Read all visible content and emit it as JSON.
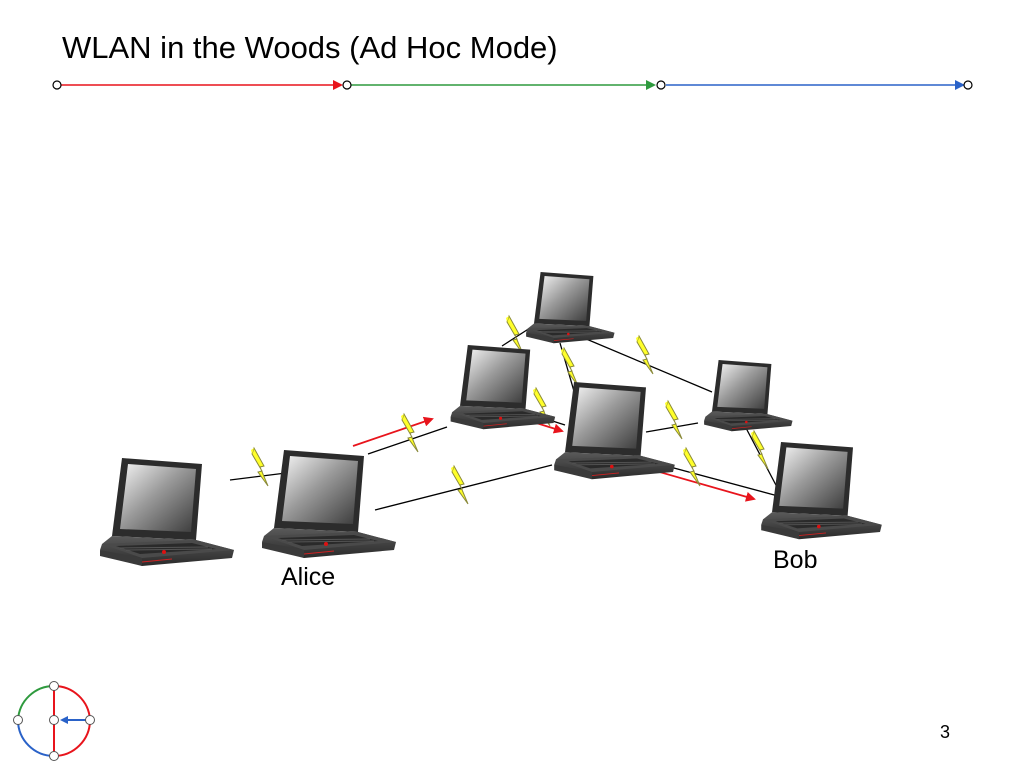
{
  "slide": {
    "title": "WLAN in the Woods (Ad Hoc Mode)",
    "page_number": "3"
  },
  "nodes": {
    "alice_label": "Alice",
    "bob_label": "Bob"
  },
  "colors": {
    "header_segment_1": "#e8141c",
    "header_segment_2": "#2e9a3e",
    "header_segment_3": "#2a62c8",
    "lightning_fill": "#ffff2a",
    "route_arrow": "#e8141c",
    "link_line": "#000000"
  },
  "icons": {
    "laptop": "laptop-icon",
    "wireless_link": "lightning-bolt-icon",
    "logo": "network-circle-logo"
  }
}
